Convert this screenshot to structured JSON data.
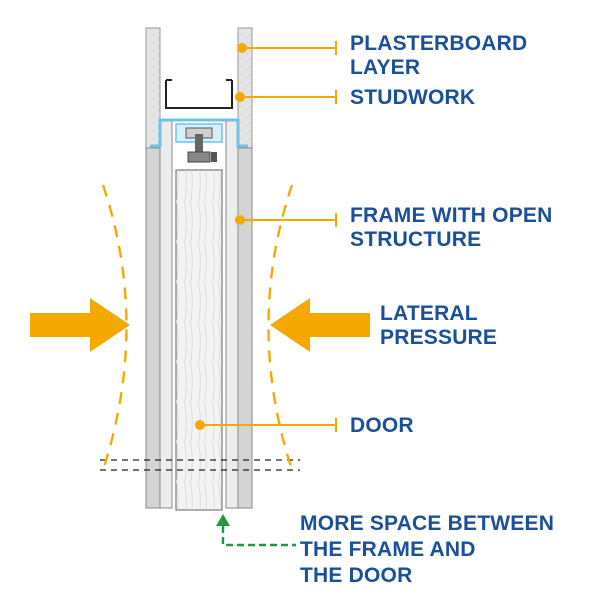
{
  "colors": {
    "label_text": "#1a4f9c",
    "leader_line": "#f5a800",
    "pressure_arrow": "#f5a800",
    "clearance_arrow": "#1f9a3a",
    "plaster": "#e6e6e6",
    "frame_fill": "#d9d9d9",
    "door_fill": "#f2f2f2",
    "track": "#6fc3e8",
    "roller": "#8a8a8a"
  },
  "labels": {
    "plasterboard": {
      "line1": "PLASTERBOARD",
      "line2": "LAYER"
    },
    "studwork": {
      "line1": "STUDWORK"
    },
    "frame": {
      "line1": "FRAME WITH OPEN",
      "line2": "STRUCTURE"
    },
    "pressure": {
      "line1": "LATERAL",
      "line2": "PRESSURE"
    },
    "door": {
      "line1": "DOOR"
    },
    "space": {
      "line1": "MORE SPACE BETWEEN",
      "line2": "THE FRAME AND",
      "line3": "THE DOOR"
    }
  }
}
